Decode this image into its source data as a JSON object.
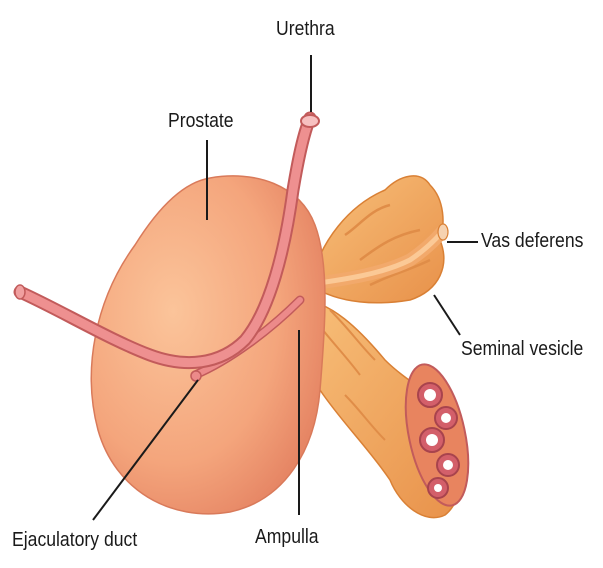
{
  "diagram": {
    "labels": {
      "urethra": "Urethra",
      "prostate": "Prostate",
      "vas_deferens": "Vas deferens",
      "seminal_vesicle": "Seminal vesicle",
      "ejaculatory_duct": "Ejaculatory duct",
      "ampulla": "Ampulla"
    },
    "colors": {
      "prostate_fill": "#f4a57c",
      "prostate_shade": "#e8845f",
      "duct": "#ec8a8a",
      "duct_outline": "#c25b5b",
      "vesicle": "#f3a860",
      "vesicle_dark": "#d98035",
      "leader": "#1a1a1a"
    }
  }
}
